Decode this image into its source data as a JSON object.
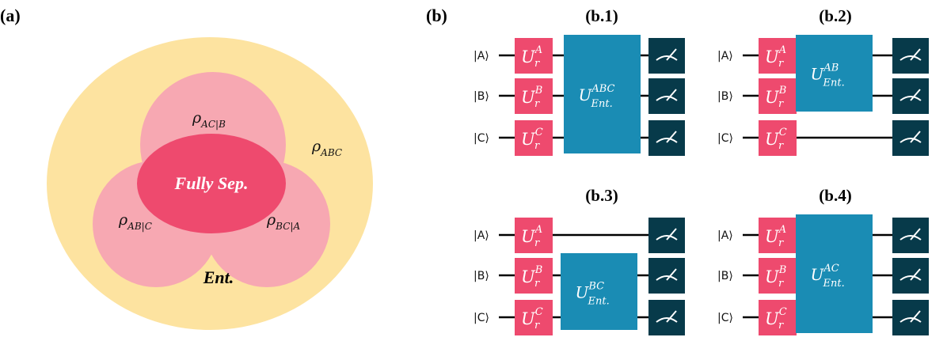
{
  "panel_a": {
    "label": "(a)",
    "region_labels": {
      "ent": "Ent.",
      "full_state": {
        "symbol": "ρ",
        "sub": "ABC"
      },
      "rho_ac_b": {
        "symbol": "ρ",
        "sub": "AC|B"
      },
      "rho_ab_c": {
        "symbol": "ρ",
        "sub": "AB|C"
      },
      "rho_bc_a": {
        "symbol": "ρ",
        "sub": "BC|A"
      },
      "fully_sep": "Fully Sep."
    }
  },
  "panel_b": {
    "label": "(b)",
    "circuits": [
      {
        "label": "(b.1)",
        "entangler": {
          "main": "U",
          "sup": "ABC",
          "sub": "Ent."
        }
      },
      {
        "label": "(b.2)",
        "entangler": {
          "main": "U",
          "sup": "AB",
          "sub": "Ent."
        }
      },
      {
        "label": "(b.3)",
        "entangler": {
          "main": "U",
          "sup": "BC",
          "sub": "Ent."
        }
      },
      {
        "label": "(b.4)",
        "entangler": {
          "main": "U",
          "sup": "AC",
          "sub": "Ent."
        }
      }
    ],
    "kets": [
      "|A⟩",
      "|B⟩",
      "|C⟩"
    ],
    "rotation_gate": {
      "main": "U",
      "sub": "r",
      "sups": [
        "A",
        "B",
        "C"
      ]
    }
  },
  "colors": {
    "outer_ellipse": "#fde3a0",
    "biseparable_lobe": "#f7a8b2",
    "fully_sep": "#ee4a6e",
    "rotation_gate": "#ee4a6e",
    "entangler": "#1a8cb4",
    "measurement": "#073a4a"
  }
}
